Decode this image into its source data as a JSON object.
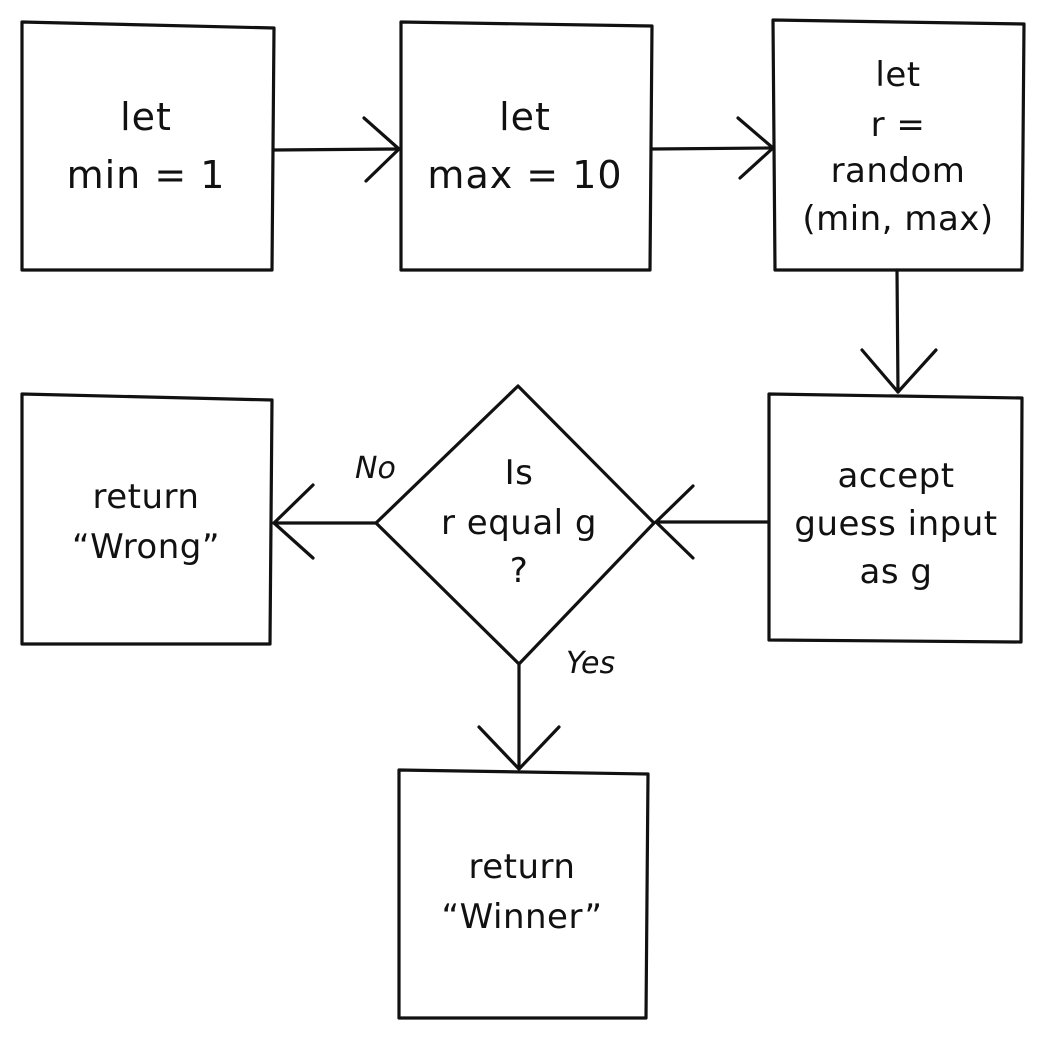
{
  "nodes": {
    "let_min": {
      "lines": [
        "let",
        "min = 1"
      ]
    },
    "let_max": {
      "lines": [
        "let",
        "max = 10"
      ]
    },
    "let_r": {
      "lines": [
        "let",
        "r =",
        "random",
        "(min, max)"
      ]
    },
    "accept_guess": {
      "lines": [
        "accept",
        "guess input",
        "as g"
      ]
    },
    "decision": {
      "lines": [
        "Is",
        "r equal g",
        "?"
      ]
    },
    "return_wrong": {
      "lines": [
        "return",
        "“Wrong”"
      ]
    },
    "return_winner": {
      "lines": [
        "return",
        "“Winner”"
      ]
    }
  },
  "edges": {
    "no_label": "No",
    "yes_label": "Yes"
  }
}
